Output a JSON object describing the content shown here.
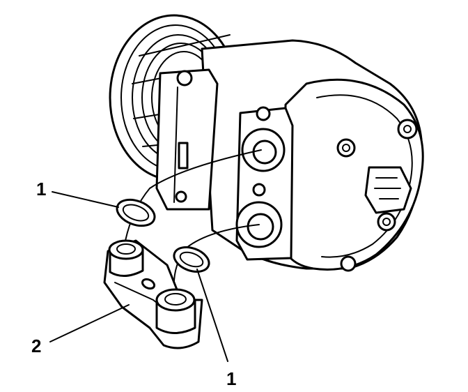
{
  "callouts": {
    "oring_left": "1",
    "oring_bottom": "1",
    "manifold": "2"
  },
  "colors": {
    "ink": "#000000",
    "paper": "#ffffff"
  }
}
